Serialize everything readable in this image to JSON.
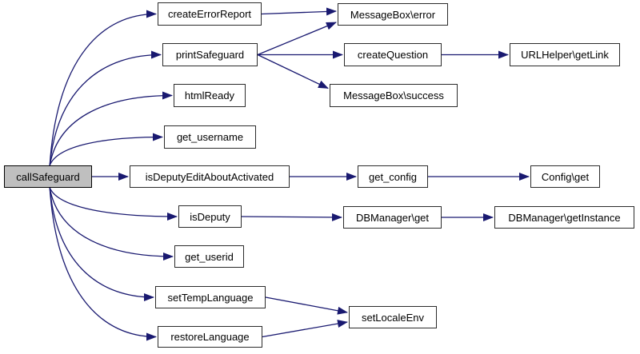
{
  "diagram": {
    "type": "call-graph",
    "colors": {
      "edge": "#191970",
      "node_fill": "#ffffff",
      "node_border": "#2b2b2b",
      "highlight_fill": "#bfbfbf",
      "text": "#000000",
      "background": "#ffffff"
    },
    "nodes": [
      {
        "id": "callSafeguard",
        "label": "callSafeguard",
        "highlighted": true
      },
      {
        "id": "createErrorReport",
        "label": "createErrorReport",
        "highlighted": false
      },
      {
        "id": "printSafeguard",
        "label": "printSafeguard",
        "highlighted": false
      },
      {
        "id": "htmlReady",
        "label": "htmlReady",
        "highlighted": false
      },
      {
        "id": "get_username",
        "label": "get_username",
        "highlighted": false
      },
      {
        "id": "isDeputyEditAboutActivated",
        "label": "isDeputyEditAboutActivated",
        "highlighted": false
      },
      {
        "id": "isDeputy",
        "label": "isDeputy",
        "highlighted": false
      },
      {
        "id": "get_userid",
        "label": "get_userid",
        "highlighted": false
      },
      {
        "id": "setTempLanguage",
        "label": "setTempLanguage",
        "highlighted": false
      },
      {
        "id": "restoreLanguage",
        "label": "restoreLanguage",
        "highlighted": false
      },
      {
        "id": "MessageBoxError",
        "label": "MessageBox\\error",
        "highlighted": false
      },
      {
        "id": "createQuestion",
        "label": "createQuestion",
        "highlighted": false
      },
      {
        "id": "URLHelperGetLink",
        "label": "URLHelper\\getLink",
        "highlighted": false
      },
      {
        "id": "MessageBoxSuccess",
        "label": "MessageBox\\success",
        "highlighted": false
      },
      {
        "id": "getConfig",
        "label": "get_config",
        "highlighted": false
      },
      {
        "id": "ConfigGet",
        "label": "Config\\get",
        "highlighted": false
      },
      {
        "id": "DBManagerGet",
        "label": "DBManager\\get",
        "highlighted": false
      },
      {
        "id": "DBManagerGetInstance",
        "label": "DBManager\\getInstance",
        "highlighted": false
      },
      {
        "id": "setLocaleEnv",
        "label": "setLocaleEnv",
        "highlighted": false
      }
    ],
    "edges": [
      {
        "from": "callSafeguard",
        "to": "createErrorReport",
        "style": "curve-up"
      },
      {
        "from": "callSafeguard",
        "to": "printSafeguard",
        "style": "curve-up"
      },
      {
        "from": "callSafeguard",
        "to": "htmlReady",
        "style": "curve-up"
      },
      {
        "from": "callSafeguard",
        "to": "get_username",
        "style": "curve-up"
      },
      {
        "from": "callSafeguard",
        "to": "isDeputyEditAboutActivated",
        "style": "straight"
      },
      {
        "from": "callSafeguard",
        "to": "isDeputy",
        "style": "curve-down"
      },
      {
        "from": "callSafeguard",
        "to": "get_userid",
        "style": "curve-down"
      },
      {
        "from": "callSafeguard",
        "to": "setTempLanguage",
        "style": "curve-down"
      },
      {
        "from": "callSafeguard",
        "to": "restoreLanguage",
        "style": "curve-down"
      },
      {
        "from": "createErrorReport",
        "to": "MessageBoxError",
        "style": "straight",
        "toDy": -4
      },
      {
        "from": "printSafeguard",
        "to": "MessageBoxError",
        "style": "straight",
        "toDy": 10
      },
      {
        "from": "printSafeguard",
        "to": "createQuestion",
        "style": "straight"
      },
      {
        "from": "printSafeguard",
        "to": "MessageBoxSuccess",
        "style": "straight",
        "toDy": -9
      },
      {
        "from": "createQuestion",
        "to": "URLHelperGetLink",
        "style": "straight"
      },
      {
        "from": "isDeputyEditAboutActivated",
        "to": "getConfig",
        "style": "straight"
      },
      {
        "from": "getConfig",
        "to": "ConfigGet",
        "style": "straight"
      },
      {
        "from": "isDeputy",
        "to": "DBManagerGet",
        "style": "straight"
      },
      {
        "from": "DBManagerGet",
        "to": "DBManagerGetInstance",
        "style": "straight"
      },
      {
        "from": "setTempLanguage",
        "to": "setLocaleEnv",
        "style": "straight",
        "toDy": -6
      },
      {
        "from": "restoreLanguage",
        "to": "setLocaleEnv",
        "style": "straight",
        "toDy": 6
      }
    ]
  }
}
